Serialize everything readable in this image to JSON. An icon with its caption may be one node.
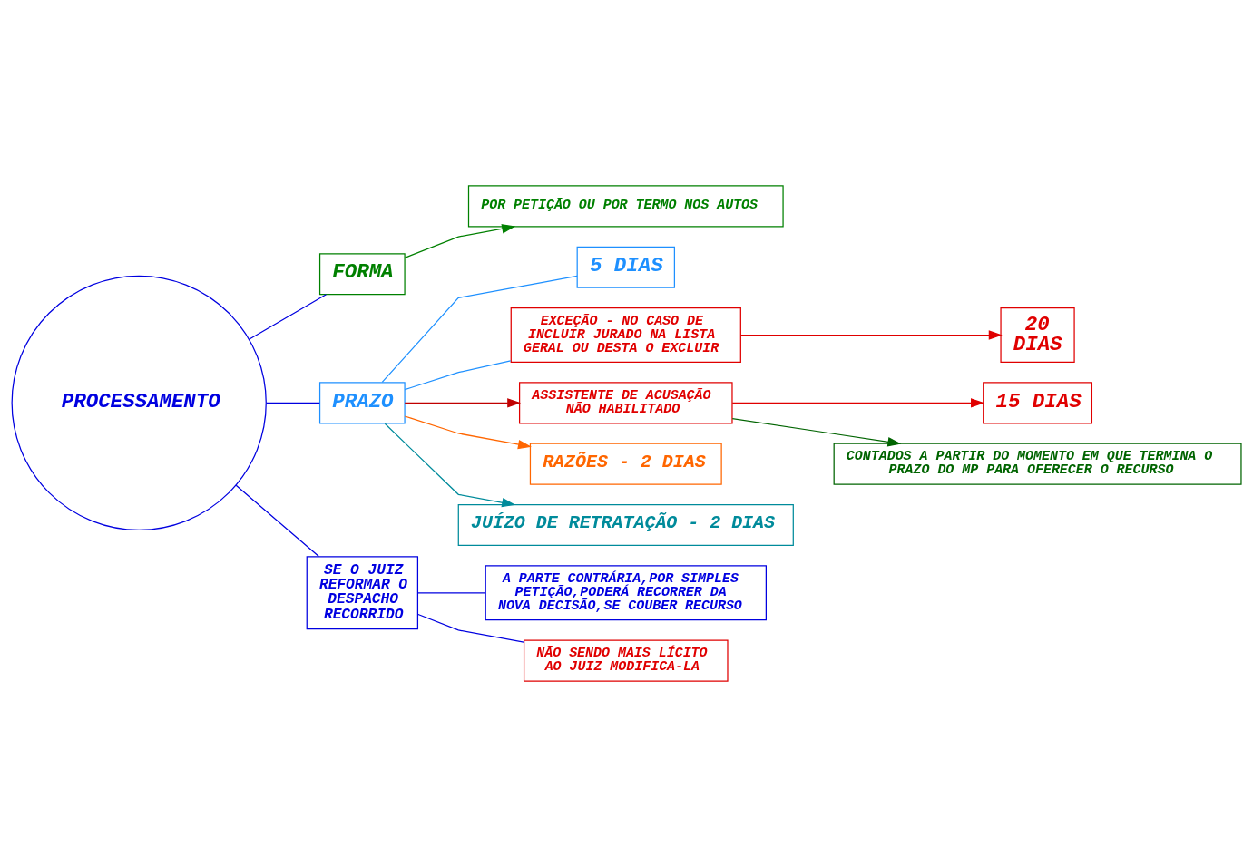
{
  "diagram": {
    "nodes": [
      {
        "text": [
          "PROCESSAMENTO"
        ]
      },
      {
        "text": [
          "FORMA"
        ]
      },
      {
        "text": [
          "POR PETIÇÃO OU POR TERMO NOS AUTOS"
        ]
      },
      {
        "text": [
          "PRAZO"
        ]
      },
      {
        "text": [
          "5 DIAS"
        ]
      },
      {
        "text": [
          "EXCEÇÃO - NO CASO DE INCLUIR JURADO NA LISTA GERAL OU DESTA O EXCLUIR"
        ]
      },
      {
        "text": [
          "20 DIAS"
        ]
      },
      {
        "text": [
          "ASSISTENTE DE ACUSAÇÃO NÃO HABILITADO"
        ]
      },
      {
        "text": [
          "15 DIAS"
        ]
      },
      {
        "text": [
          "CONTADOS A PARTIR DO MOMENTO EM QUE TERMINA O PRAZO DO MP PARA OFERECER O RECURSO"
        ]
      },
      {
        "text": [
          "RAZÕES - 2 DIAS"
        ]
      },
      {
        "text": [
          "JUÍZO DE RETRATAÇÃO - 2 DIAS"
        ]
      },
      {
        "text": [
          "SE O JUIZ REFORMAR O DESPACHO RECORRIDO"
        ]
      },
      {
        "text": [
          "A PARTE CONTRÁRIA,POR SIMPLES PETIÇÃO,PODERÁ RECORRER DA NOVA DECISÃO,SE COUBER RECURSO"
        ]
      },
      {
        "text": [
          "NÃO SENDO MAIS LÍCITO AO JUIZ MODIFICA-LA"
        ]
      }
    ],
    "edges": [
      {
        "from": 0,
        "to": 1,
        "arrow": "none",
        "color": "#0000e0"
      },
      {
        "from": 0,
        "to": 3,
        "arrow": "none",
        "color": "#0000e0"
      },
      {
        "from": 0,
        "to": 12,
        "arrow": "none",
        "color": "#0000e0"
      },
      {
        "from": 1,
        "to": 2,
        "arrow": "to",
        "color": "#008000"
      },
      {
        "from": 3,
        "to": 4,
        "arrow": "none",
        "color": "#1e90ff"
      },
      {
        "from": 3,
        "to": 5,
        "arrow": "none",
        "color": "#1e90ff"
      },
      {
        "from": 5,
        "to": 6,
        "arrow": "to",
        "color": "#e00000"
      },
      {
        "from": 3,
        "to": 7,
        "arrow": "to",
        "color": "#c00000"
      },
      {
        "from": 7,
        "to": 8,
        "arrow": "to",
        "color": "#e00000"
      },
      {
        "from": 7,
        "to": 9,
        "arrow": "to",
        "color": "#006400"
      },
      {
        "from": 3,
        "to": 10,
        "arrow": "to",
        "color": "#ff6600"
      },
      {
        "from": 3,
        "to": 11,
        "arrow": "to",
        "color": "#008b9b"
      },
      {
        "from": 12,
        "to": 13,
        "arrow": "none",
        "color": "#0000e0"
      },
      {
        "from": 12,
        "to": 14,
        "arrow": "none",
        "color": "#0000e0"
      }
    ]
  }
}
